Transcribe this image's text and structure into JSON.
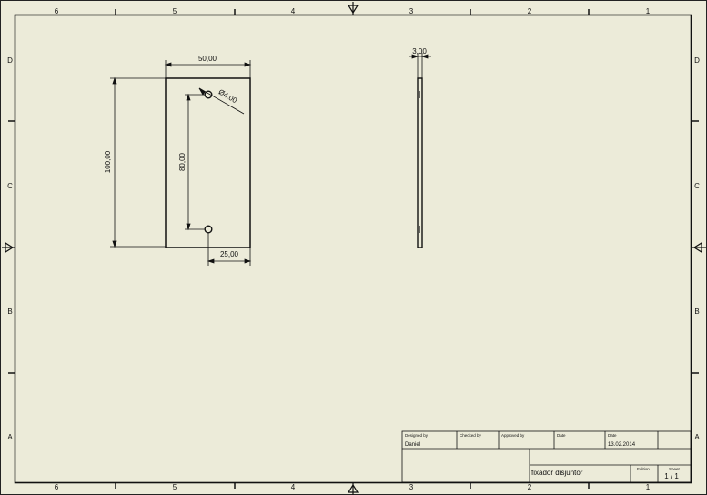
{
  "border": {
    "columns": [
      "6",
      "5",
      "4",
      "3",
      "2",
      "1"
    ],
    "rows": [
      "D",
      "C",
      "B",
      "A"
    ]
  },
  "dimensions": {
    "width": "50,00",
    "height": "100,00",
    "hole_spacing": "80,00",
    "hole_offset": "25,00",
    "hole_diameter": "Ø4,00",
    "thickness": "3,00"
  },
  "title_block": {
    "designed_by_label": "Designed by",
    "checked_by_label": "Checked by",
    "approved_by_label": "Approved by",
    "date_label_1": "Date",
    "date_label_2": "Date",
    "designer": "Daniel",
    "date": "13.02.2014",
    "title": "fixador disjuntor",
    "edition_label": "Edition",
    "sheet_label": "Sheet",
    "sheet": "1 / 1"
  }
}
